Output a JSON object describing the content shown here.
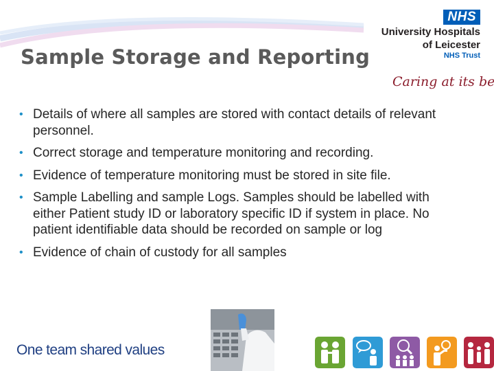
{
  "slide": {
    "title": "Sample Storage and Reporting",
    "bullets": [
      "Details of where all samples are stored with contact details of relevant personnel.",
      "Correct storage and temperature monitoring and recording.",
      "Evidence of temperature monitoring must be stored in site file.",
      "Sample Labelling and sample  Logs. Samples should be labelled with either Patient study ID or laboratory specific ID if system in place. No patient identifiable data should be recorded on sample or log",
      "Evidence of chain of custody for all samples"
    ]
  },
  "logo": {
    "nhs": "NHS",
    "org_line1": "University Hospitals",
    "org_line2": "of Leicester",
    "trust": "NHS Trust",
    "tagline": "Caring at its best"
  },
  "footer": {
    "values_text": "One team shared values",
    "icons": [
      {
        "name": "team-icon",
        "color": "#6aa533"
      },
      {
        "name": "communication-icon",
        "color": "#2f9bd6"
      },
      {
        "name": "search-people-icon",
        "color": "#8e5aa5"
      },
      {
        "name": "idea-icon",
        "color": "#f39a1f"
      },
      {
        "name": "family-icon",
        "color": "#b5273f"
      }
    ]
  },
  "colors": {
    "title": "#5a5a5a",
    "bullet_marker": "#1e90c8",
    "nhs_blue": "#005eb8",
    "tagline": "#8b1d2c",
    "footer_text": "#1f3f82"
  }
}
